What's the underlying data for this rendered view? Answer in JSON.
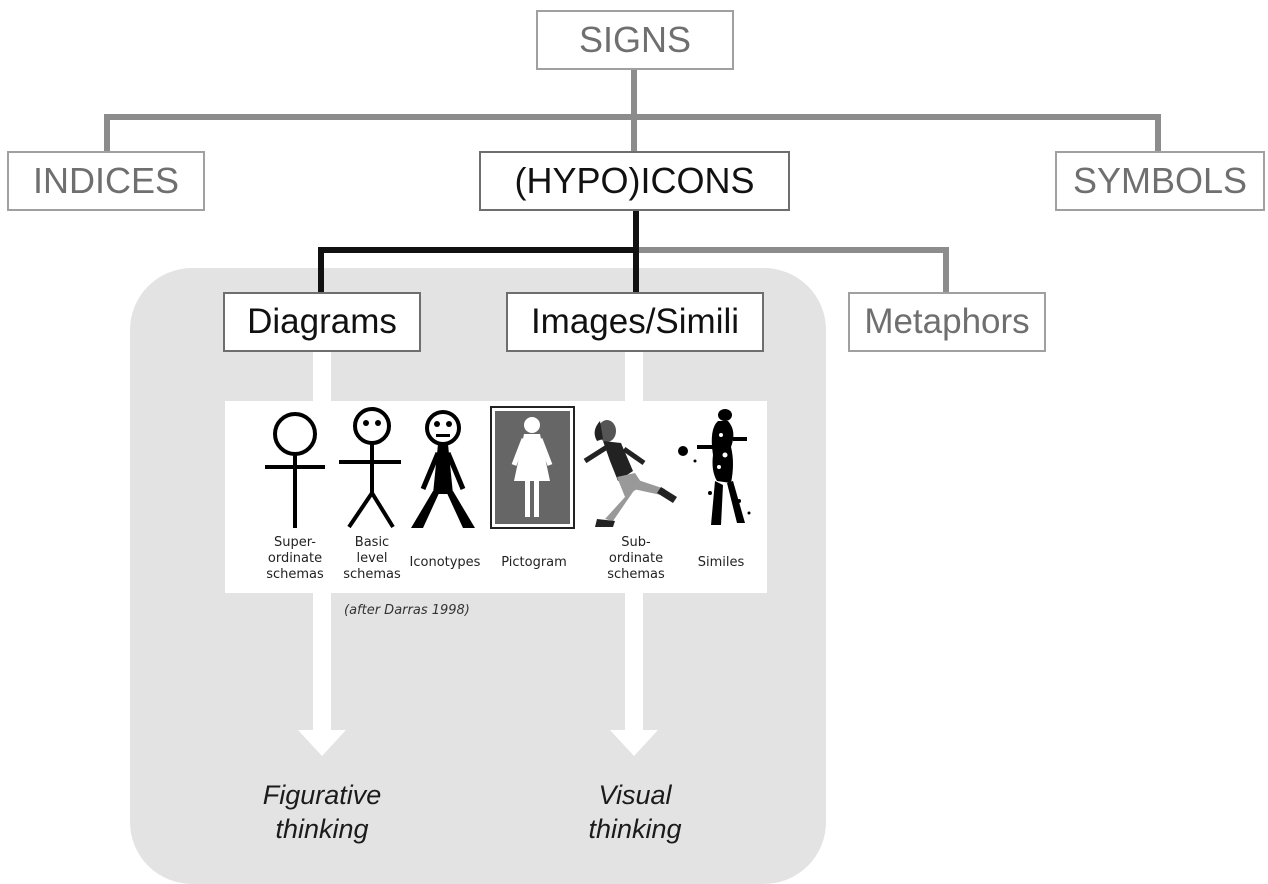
{
  "nodes": {
    "signs": "SIGNS",
    "indices": "INDICES",
    "hypoicons": "(HYPO)ICONS",
    "symbols": "SYMBOLS",
    "diagrams": "Diagrams",
    "images_simili": "Images/Simili",
    "metaphors": "Metaphors"
  },
  "figures": [
    {
      "lines": [
        "Super-",
        "ordinate",
        "schemas"
      ],
      "icon": "superordinate-stick-figure-icon"
    },
    {
      "lines": [
        "Basic",
        "level",
        "schemas"
      ],
      "icon": "basic-level-stick-figure-icon"
    },
    {
      "lines": [
        "Iconotypes"
      ],
      "icon": "iconotype-figure-icon"
    },
    {
      "lines": [
        "Pictogram"
      ],
      "icon": "pictogram-woman-icon"
    },
    {
      "lines": [
        "Sub-",
        "ordinate",
        "schemas"
      ],
      "icon": "running-woman-icon"
    },
    {
      "lines": [
        "Similes"
      ],
      "icon": "photographic-figure-icon"
    }
  ],
  "caption": "(after Darras 1998)",
  "outcomes": {
    "figurative": [
      "Figurative",
      "thinking"
    ],
    "visual": [
      "Visual",
      "thinking"
    ]
  },
  "colors": {
    "panel": "#e3e3e3",
    "grey_line": "#8c8c8c",
    "black_line": "#111111",
    "grey_text": "#6f6f6f",
    "arrow": "#ffffff"
  }
}
